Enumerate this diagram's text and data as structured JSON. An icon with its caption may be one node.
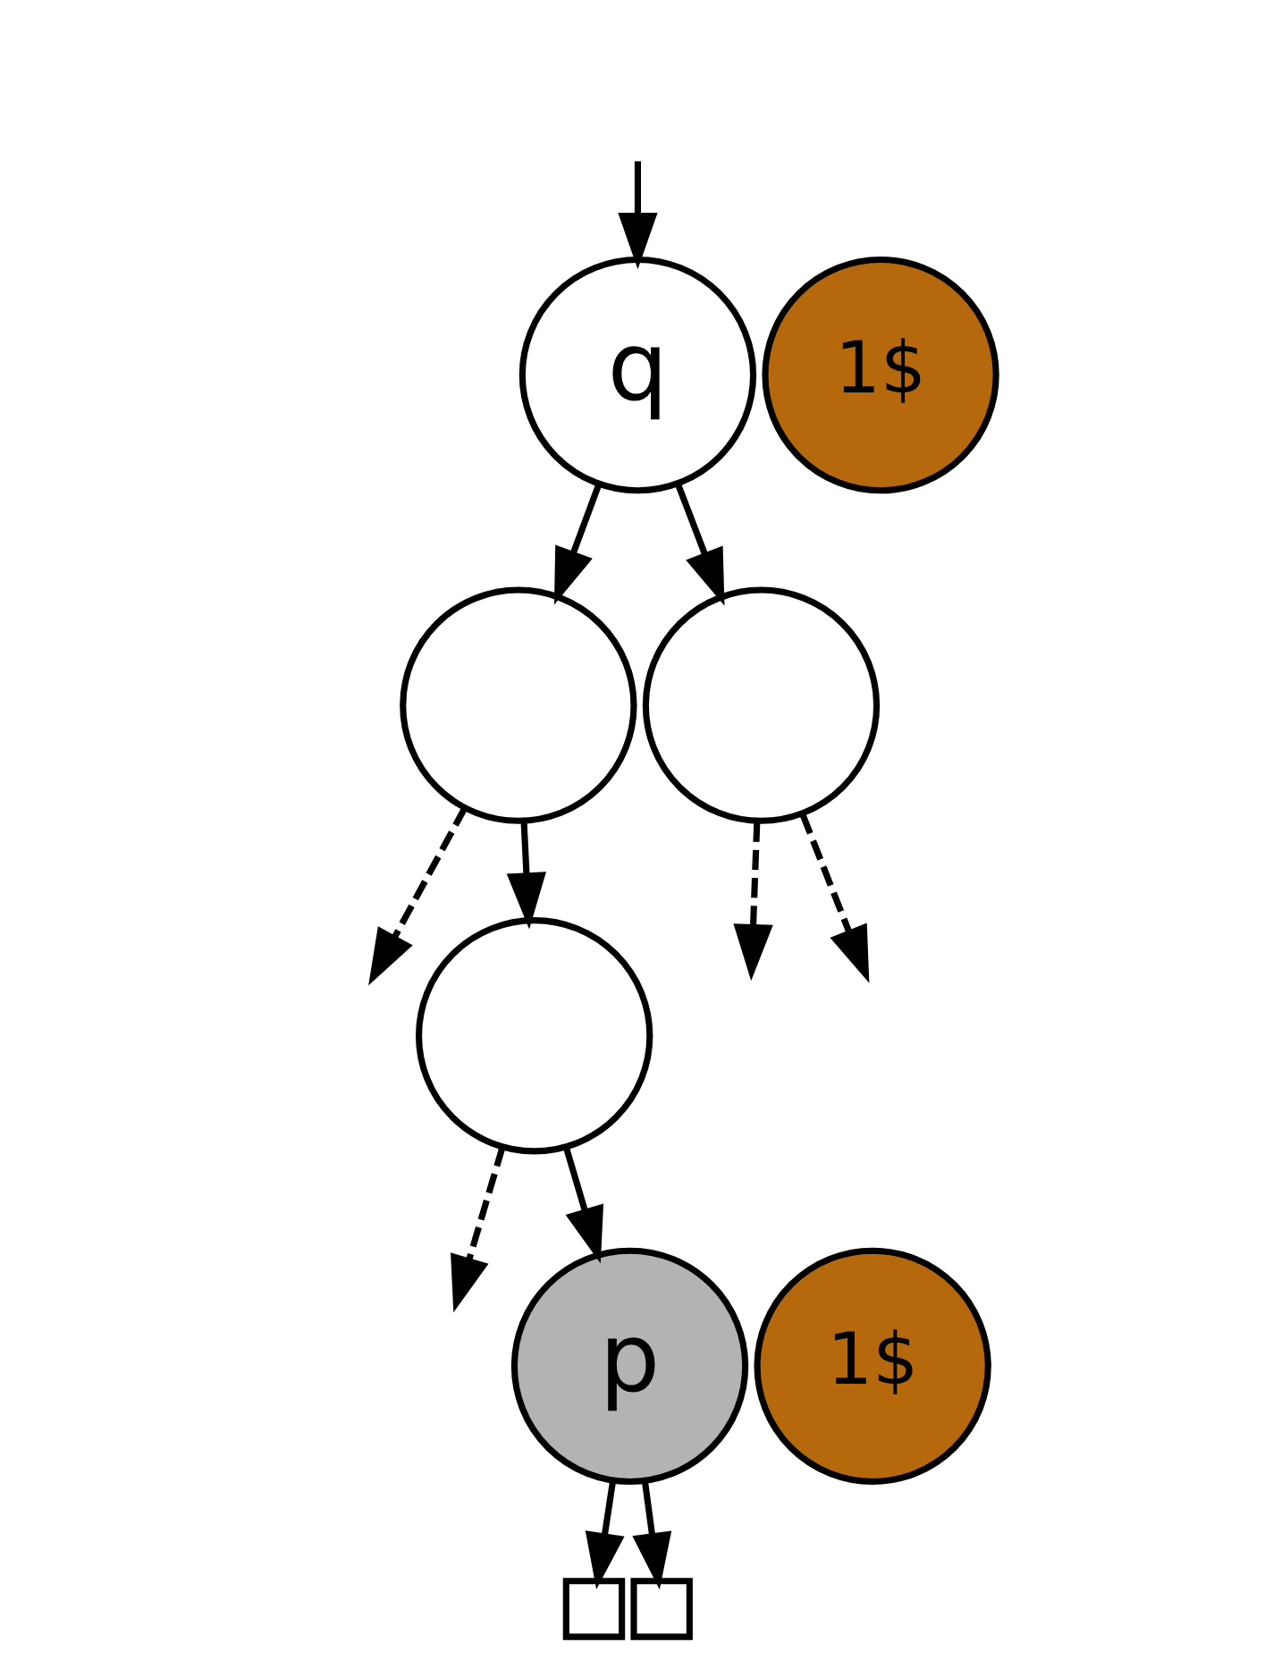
{
  "diagram": {
    "nodes": [
      {
        "text": [
          "q"
        ]
      },
      {
        "text": [
          "1$"
        ]
      },
      {
        "text": [],
        "shape": "circle"
      },
      {
        "text": [],
        "shape": "circle"
      },
      {
        "text": [],
        "shape": "circle"
      },
      {
        "text": [
          "p"
        ]
      },
      {
        "text": [
          "1$"
        ]
      },
      {
        "text": [],
        "shape": "box"
      },
      {
        "text": [],
        "shape": "box"
      }
    ],
    "edges": [
      {
        "from": null,
        "to": 0,
        "arrow": "to"
      },
      {
        "from": 0,
        "to": 2,
        "arrow": "to"
      },
      {
        "from": 0,
        "to": 3,
        "arrow": "to"
      },
      {
        "from": 2,
        "to": null,
        "arrow": "to",
        "style": "dashed"
      },
      {
        "from": 2,
        "to": 4,
        "arrow": "to"
      },
      {
        "from": 3,
        "to": null,
        "arrow": "to",
        "style": "dashed"
      },
      {
        "from": 3,
        "to": null,
        "arrow": "to",
        "style": "dashed"
      },
      {
        "from": 4,
        "to": null,
        "arrow": "to",
        "style": "dashed"
      },
      {
        "from": 4,
        "to": 5,
        "arrow": "to"
      },
      {
        "from": 5,
        "to": 7,
        "arrow": "to"
      },
      {
        "from": 5,
        "to": 8,
        "arrow": "to"
      }
    ]
  }
}
